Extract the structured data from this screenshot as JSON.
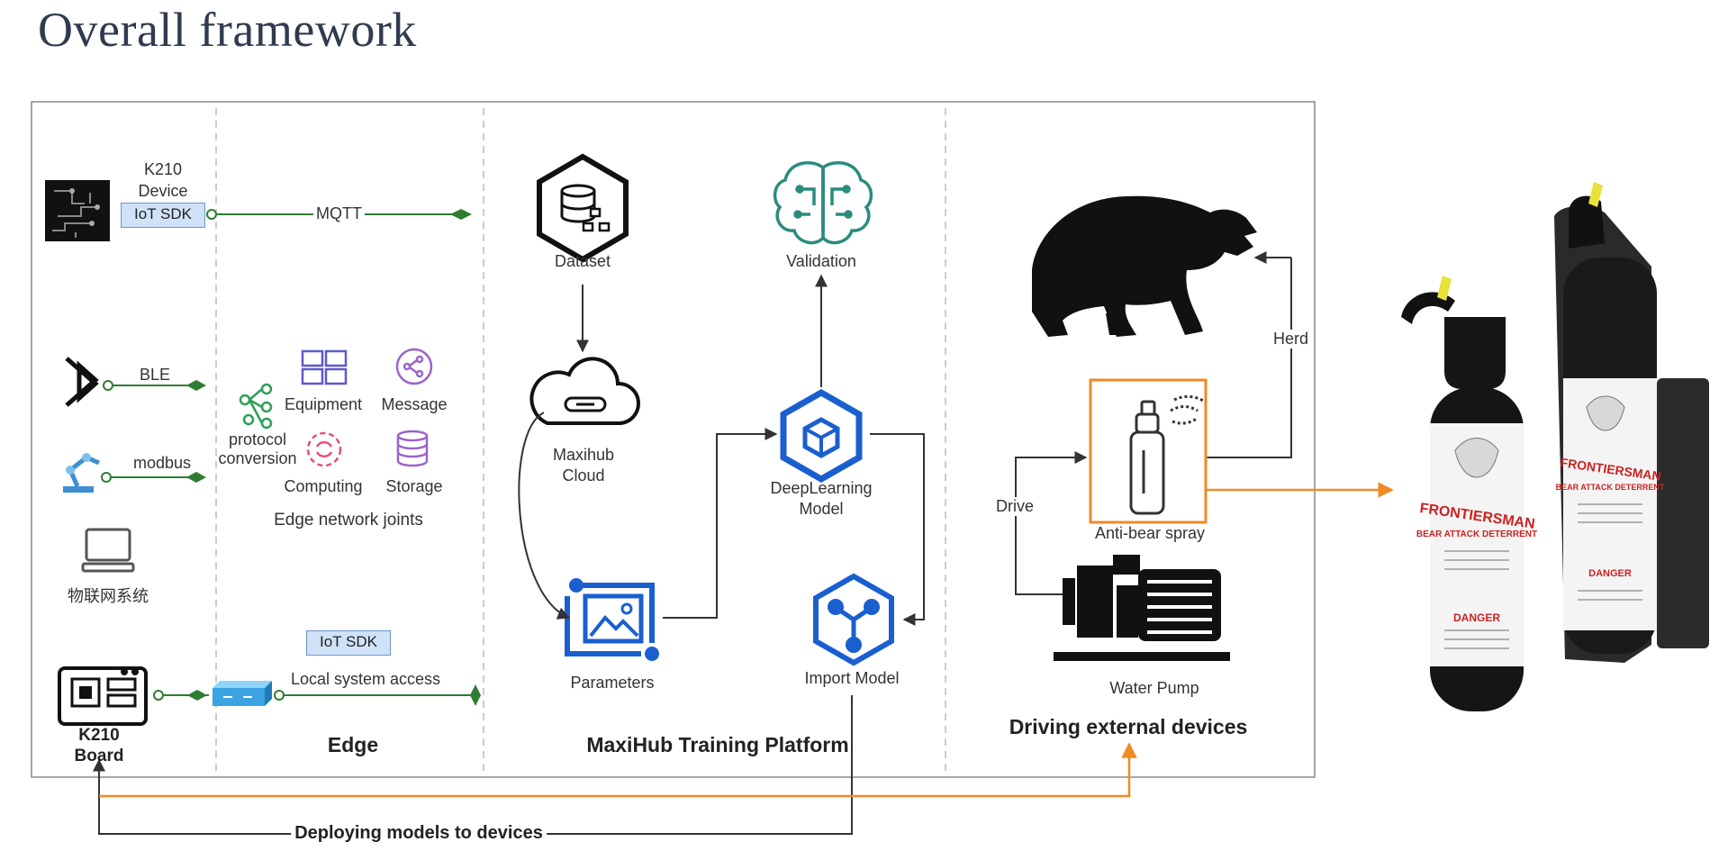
{
  "page": {
    "title": "Overall framework"
  },
  "devices": {
    "k210_device": {
      "line1": "K210",
      "line2": "Device",
      "sdk": "IoT SDK"
    },
    "mqtt": "MQTT",
    "ble": "BLE",
    "modbus": "modbus",
    "iot_system": "物联网系统",
    "k210_board": {
      "line1": "K210",
      "line2": "Board"
    }
  },
  "edge": {
    "protocol_conversion": {
      "line1": "protocol",
      "line2": "conversion"
    },
    "equipment": "Equipment",
    "message": "Message",
    "computing": "Computing",
    "storage": "Storage",
    "edge_network_joints": "Edge network joints",
    "sdk": "IoT SDK",
    "local_access": "Local system access",
    "section_label": "Edge"
  },
  "platform": {
    "dataset": "Dataset",
    "validation": "Validation",
    "cloud": {
      "line1": "Maxihub",
      "line2": "Cloud"
    },
    "deeplearning": {
      "line1": "DeepLearning",
      "line2": "Model"
    },
    "parameters": "Parameters",
    "import_model": "Import Model",
    "section_label": "MaxiHub Training Platform"
  },
  "external": {
    "herd": "Herd",
    "drive": "Drive",
    "spray": "Anti-bear spray",
    "pump": "Water Pump",
    "section_label": "Driving external devices"
  },
  "deploy_label": "Deploying models to devices",
  "product": {
    "brand": "FRONTIERSMAN",
    "tagline": "BEAR ATTACK DETERRENT",
    "warning": "DANGER"
  },
  "colors": {
    "green": "#2e7d32",
    "orange": "#f08a24",
    "blue": "#1a5fd0",
    "teal": "#2a8c7c",
    "purple": "#9a64c9"
  }
}
